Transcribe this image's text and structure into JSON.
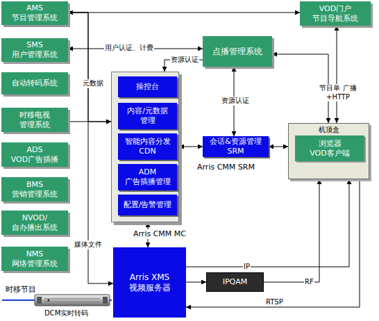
{
  "diagram": {
    "nodes": [
      {
        "text": [
          "AMS 节目管理系统"
        ]
      },
      {
        "text": [
          "SMS 用户管理系统"
        ]
      },
      {
        "text": [
          "自动转码系统"
        ]
      },
      {
        "text": [
          "时移电视 管理系统"
        ]
      },
      {
        "text": [
          "ADS VOD广告插播"
        ]
      },
      {
        "text": [
          "BMS 营销管理系统"
        ]
      },
      {
        "text": [
          "NVOD/ 自办播出系统"
        ]
      },
      {
        "text": [
          "NMS 网络管理系统"
        ]
      },
      {
        "text": [
          "VOD门户 节目导航系统"
        ]
      },
      {
        "text": [
          "点播管理系统"
        ]
      },
      {
        "text": [
          "Arris CMM MC"
        ]
      },
      {
        "text": [
          "操控台"
        ],
        "in": 10
      },
      {
        "text": [
          "内容/元数据 管理"
        ],
        "in": 10
      },
      {
        "text": [
          "智能内容分发 CDN"
        ],
        "in": 10
      },
      {
        "text": [
          "ADM 广告插播管理"
        ],
        "in": 10
      },
      {
        "text": [
          "配置/告警管理"
        ],
        "in": 10
      },
      {
        "text": [
          "会话&资源管理 SRM",
          "Arris CMM SRM"
        ]
      },
      {
        "text": [
          "机顶盒"
        ]
      },
      {
        "text": [
          "浏览器 VOD客户端"
        ],
        "in": 17
      },
      {
        "text": [
          "Arris XMS 视频服务器"
        ]
      },
      {
        "text": [
          "IPQAM"
        ]
      }
    ],
    "edges": [
      {
        "from": 0,
        "to": 8,
        "arrow": "both"
      },
      {
        "from": 0,
        "to": 10,
        "label": "元数据",
        "arrow": "to"
      },
      {
        "from": 0,
        "to": 19,
        "label": "媒体文件",
        "arrow": "to"
      },
      {
        "from": 1,
        "to": 9,
        "label": "用户认证、计费",
        "arrow": "both"
      },
      {
        "from": 3,
        "to": 10,
        "arrow": "to"
      },
      {
        "from": 9,
        "to": 10,
        "label": "资源认证",
        "arrow": "to"
      },
      {
        "from": 9,
        "to": 16,
        "label": "资源认证",
        "arrow": "both"
      },
      {
        "from": 9,
        "to": 17,
        "arrow": "both"
      },
      {
        "from": 8,
        "to": 17,
        "label": "节目单 广播+HTTP",
        "arrow": "both"
      },
      {
        "from": 10,
        "to": 16,
        "arrow": "both"
      },
      {
        "from": 16,
        "to": 17,
        "arrow": "both"
      },
      {
        "from": 10,
        "to": 19,
        "arrow": "both"
      },
      {
        "from": 19,
        "to": 20,
        "arrow": "to"
      },
      {
        "from": 20,
        "to": 17,
        "label": "RF",
        "arrow": "to"
      },
      {
        "from": 19,
        "to": 17,
        "label": "IP",
        "arrow": "to"
      },
      {
        "from": 17,
        "to": 19,
        "label": "RTSP",
        "arrow": "to"
      }
    ],
    "labels": [
      "时移节目",
      "DCM实时转码"
    ]
  }
}
